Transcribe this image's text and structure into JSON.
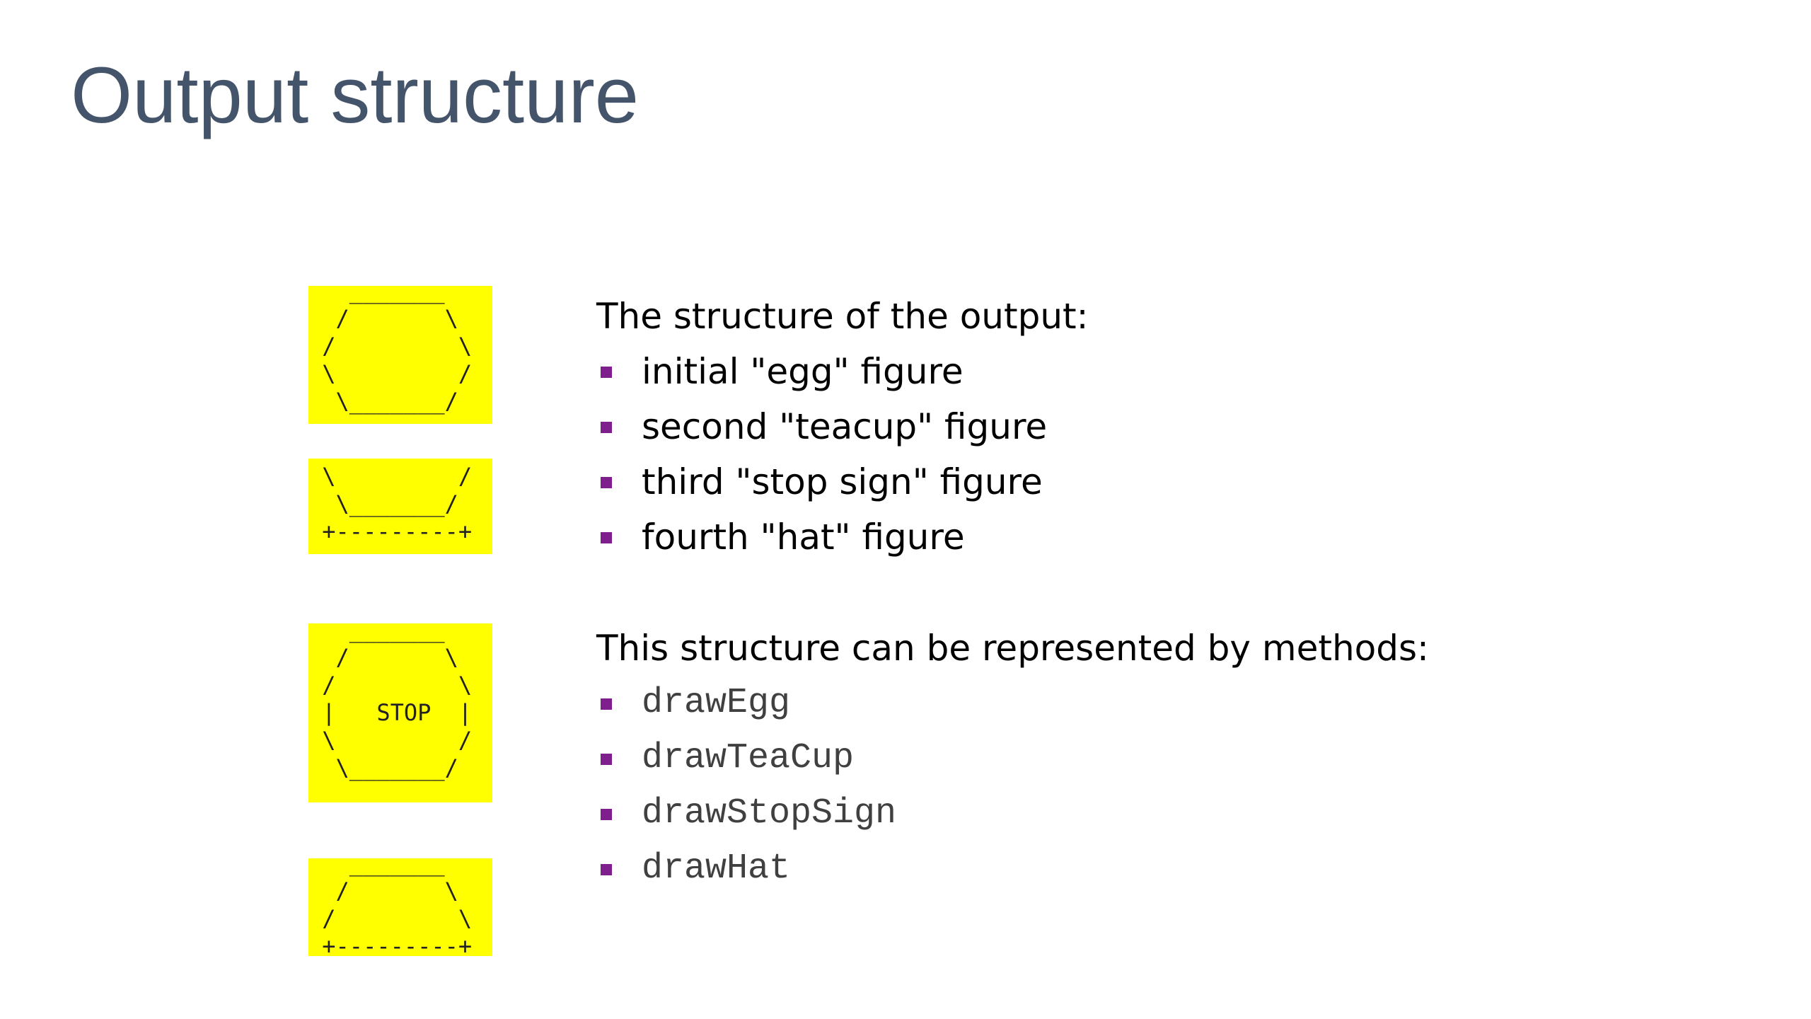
{
  "slide": {
    "title": "Output structure"
  },
  "figures": {
    "egg": "   _______\n  /       \\\n /         \\\n \\         /\n  \\_______/",
    "teacup": " \\         /\n  \\_______/\n +---------+",
    "stop_sign": "   _______\n  /       \\\n /         \\\n |   STOP  |\n \\         /\n  \\_______/",
    "hat": "   _______\n  /       \\\n /         \\\n +---------+"
  },
  "structure": {
    "heading": "The structure of the output:",
    "items": [
      {
        "label": "initial \"egg\" figure"
      },
      {
        "label": "second \"teacup\" figure"
      },
      {
        "label": "third \"stop sign\" figure"
      },
      {
        "label": "fourth \"hat\" figure"
      }
    ]
  },
  "methods": {
    "heading": "This structure can be represented by methods:",
    "items": [
      {
        "label": "drawEgg"
      },
      {
        "label": "drawTeaCup"
      },
      {
        "label": "drawStopSign"
      },
      {
        "label": "drawHat"
      }
    ]
  },
  "colors": {
    "title": "#44546a",
    "figure_background": "#ffff00",
    "bullet": "#7f1f8e"
  }
}
